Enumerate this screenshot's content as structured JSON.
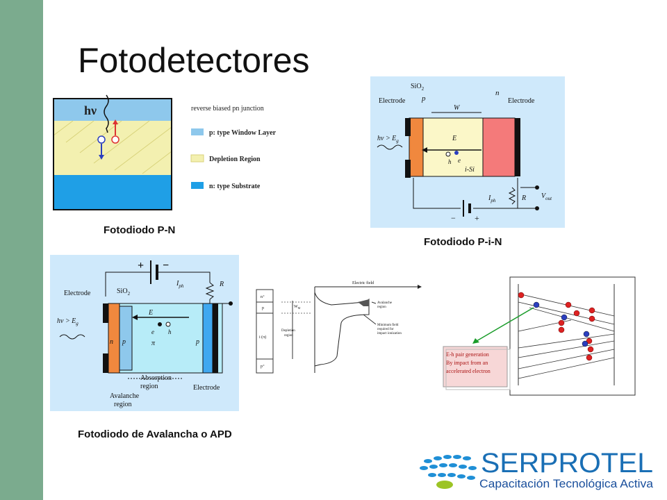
{
  "slide": {
    "title": "Fotodetectores",
    "accent_color": "#7bab8e"
  },
  "captions": {
    "pn": "Fotodiodo P-N",
    "pin": "Fotodiodo P-i-N",
    "apd": "Fotodiodo de Avalancha o APD"
  },
  "pn_diagram": {
    "photon": "hν",
    "legend": [
      {
        "label": "reverse biased pn junction",
        "color": ""
      },
      {
        "label": "p: type Window Layer",
        "color": "#8ec8ec"
      },
      {
        "label": "Depletion Region",
        "color": "#f3f0b0"
      },
      {
        "label": "n: type Substrate",
        "color": "#1f9fe6"
      }
    ]
  },
  "pin_diagram": {
    "sio2": "SiO",
    "sio2_sub": "2",
    "p_plus": "p",
    "n_plus": "n",
    "electrode_left": "Electrode",
    "electrode_right": "Electrode",
    "w": "W",
    "field": "E",
    "light": "hν > E",
    "light_sub": "g",
    "h_plus": "h",
    "e_minus": "e",
    "isi": "i-Si",
    "iph": "I",
    "iph_sub": "ph",
    "r": "R",
    "vout": "V",
    "vout_sub": "out",
    "minus": "−",
    "plus": "+"
  },
  "apd_diagram": {
    "plus": "+",
    "minus": "−",
    "iph": "I",
    "iph_sub": "ph",
    "r": "R",
    "electrode_left": "Electrode",
    "sio2": "SiO",
    "sio2_sub": "2",
    "field": "E",
    "light": "hν > E",
    "light_sub": "g",
    "n_plus": "n",
    "p": "p",
    "e_minus": "e",
    "h_plus": "h",
    "pi": "π",
    "p_plus": "p",
    "absorption": "Absorption",
    "absorption2": "region",
    "avalanche": "Avalanche",
    "avalanche2": "region",
    "electrode_right": "Electrode"
  },
  "field_diagram": {
    "electric_field": "Electric field",
    "layers": [
      "n⁺",
      "p",
      "i (π)",
      "p⁺"
    ],
    "wm": "W",
    "wm_sub": "M",
    "depletion": "Depletion",
    "depletion2": "region",
    "avalanche": "Avalanche",
    "avalanche2": "region",
    "minfield": "Minimum field",
    "minfield2": "required for",
    "minfield3": "impact ionization"
  },
  "ionization_diagram": {
    "note1": "E-h pair generation",
    "note2": "By impact from an",
    "note3": "accelerated electron"
  },
  "logo": {
    "name": "SERPROTEL",
    "tagline": "Capacitación Tecnológica Activa",
    "name_color": "#1a6fb5",
    "dot_color": "#1f8fd6"
  }
}
